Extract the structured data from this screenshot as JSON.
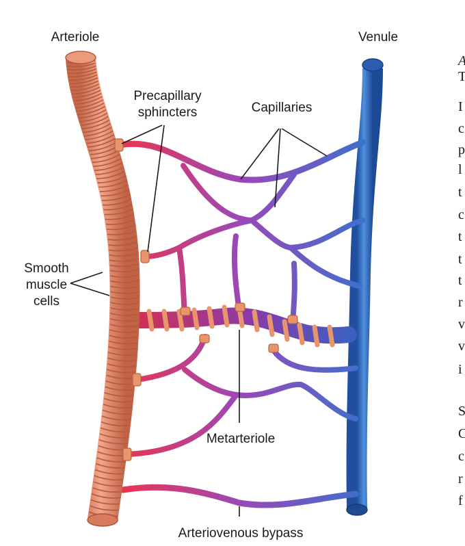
{
  "labels": {
    "arteriole": "Arteriole",
    "venule": "Venule",
    "precapillary_line1": "Precapillary",
    "precapillary_line2": "sphincters",
    "capillaries": "Capillaries",
    "smooth_line1": "Smooth",
    "smooth_line2": "muscle",
    "smooth_line3": "cells",
    "metarteriole": "Metarteriole",
    "av_bypass": "Arteriovenous bypass"
  },
  "cropped_text_column": [
    "A",
    "T",
    "I",
    "c",
    "p",
    "l",
    "t",
    "c",
    "t",
    "t",
    "t",
    "r",
    "v",
    "v",
    "i",
    "S",
    "C",
    "c",
    "r",
    "f"
  ],
  "colors": {
    "arterial": "#e8344f",
    "mixed": "#9a48b8",
    "venous": "#3f6fcc",
    "arteriole_wall": "#e88a6a",
    "arteriole_ring": "#b45a3e",
    "venule_dark": "#1f4f9e",
    "venule_light": "#4f8fdc",
    "sphincter": "#e8956e"
  }
}
